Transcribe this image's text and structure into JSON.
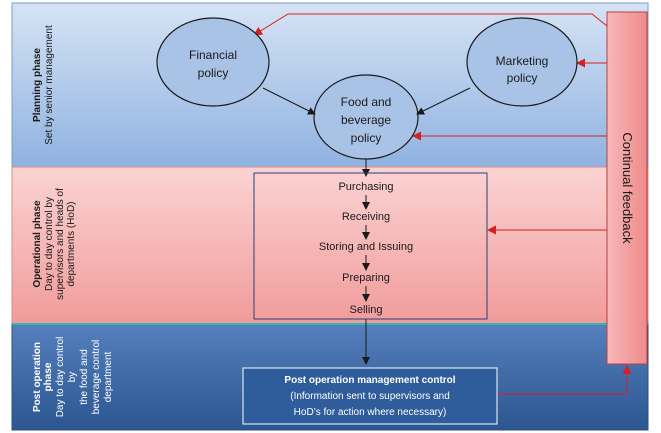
{
  "phases": {
    "planning": {
      "title": "Planning phase",
      "subtitle": "Set by senior management"
    },
    "operational": {
      "title": "Operational phase",
      "line1": "Day to day control by",
      "line2": "supervisors and heads of",
      "line3": "departments (HoD)"
    },
    "post": {
      "title1": "Post operation",
      "title2": "phase",
      "line1": "Day to day control",
      "line2": "by",
      "line3": "the food and",
      "line4": "beverage control",
      "line5": "department"
    }
  },
  "nodes": {
    "financial": {
      "line1": "Financial",
      "line2": "policy"
    },
    "marketing": {
      "line1": "Marketing",
      "line2": "policy"
    },
    "fnb": {
      "line1": "Food and",
      "line2": "beverage",
      "line3": "policy"
    }
  },
  "steps": [
    "Purchasing",
    "Receiving",
    "Storing and Issuing",
    "Preparing",
    "Selling"
  ],
  "post_box": {
    "title": "Post operation management control",
    "line1": "(Information sent to supervisors and",
    "line2": "HoD’s for action where necessary)"
  },
  "feedback": {
    "label": "Continual feedback"
  },
  "colors": {
    "planning_band": "#a9c3e6",
    "operational_band": "#f4a9a9",
    "post_band": "#3b6aa6",
    "feedback_arrow": "#d92020",
    "flow_arrow": "#1a1a1a",
    "steps_box_border": "#2b3f7a"
  }
}
